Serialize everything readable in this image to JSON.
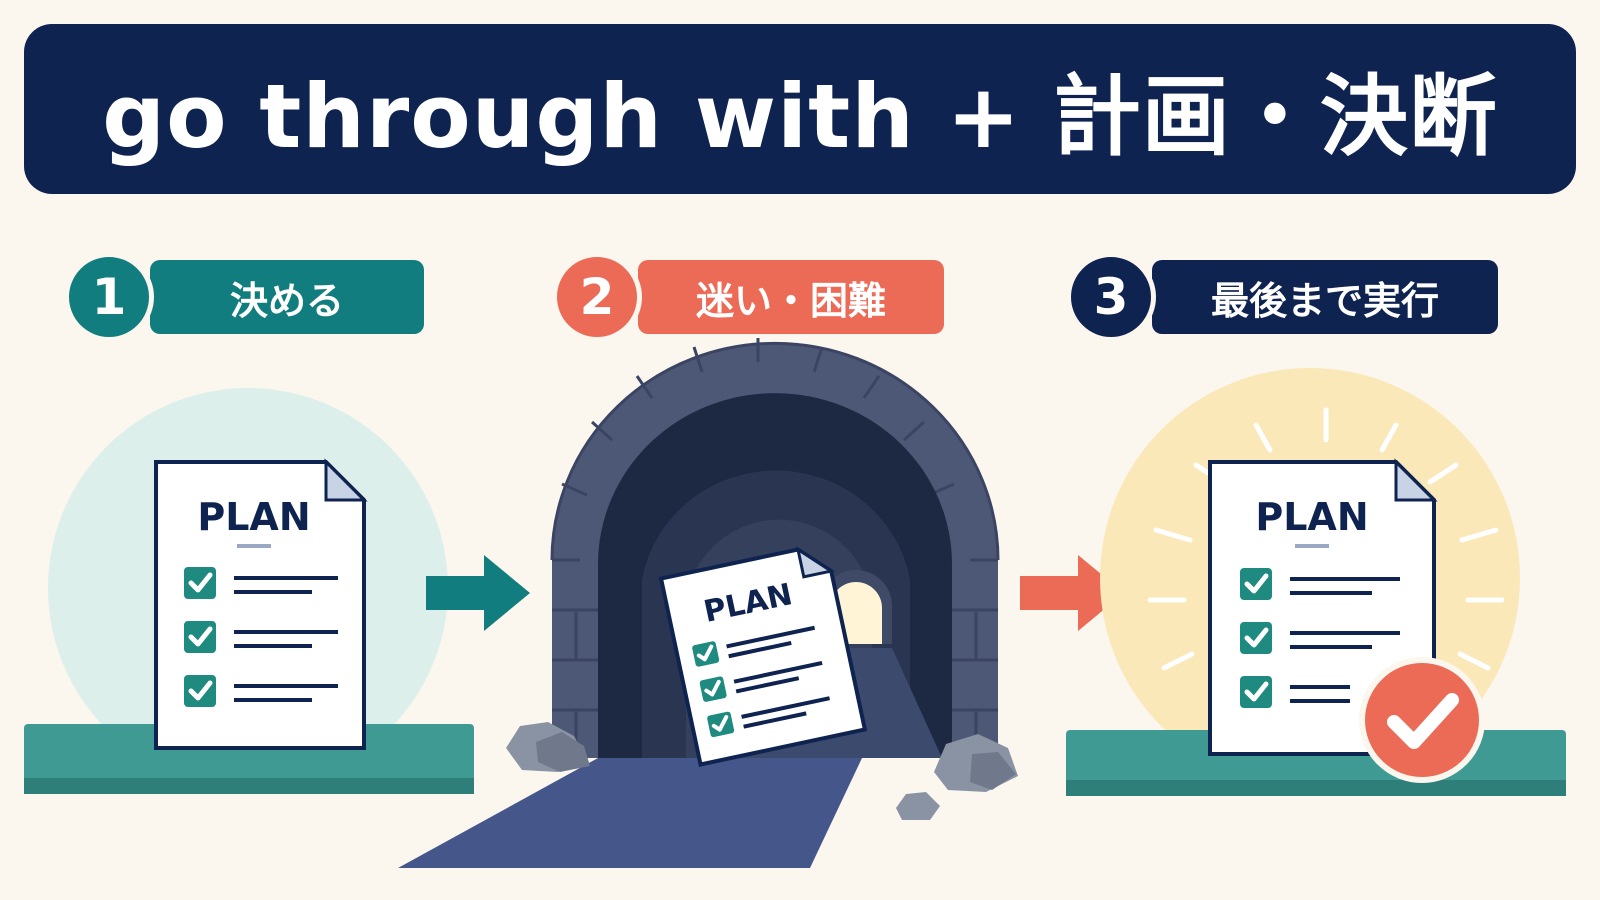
{
  "title": "go through with + 計画・決断",
  "steps": [
    {
      "number": "1",
      "label": "決める",
      "color": "#127d7e"
    },
    {
      "number": "2",
      "label": "迷い・困難",
      "color": "#ec6b56"
    },
    {
      "number": "3",
      "label": "最後まで実行",
      "color": "#0f2350"
    }
  ],
  "document_label": "PLAN",
  "colors": {
    "navy": "#0f2350",
    "teal": "#127d7e",
    "coral": "#ec6b56",
    "platform": "#3f9a93",
    "check": "#1f8a80",
    "tunnel": "#4d5876",
    "glow": "#fbe8b8",
    "mint": "#dcefeb"
  },
  "icons": [
    "arrow-right-icon",
    "checkbox-icon",
    "check-badge-icon",
    "plan-document-icon",
    "tunnel-icon",
    "rock-icon"
  ]
}
